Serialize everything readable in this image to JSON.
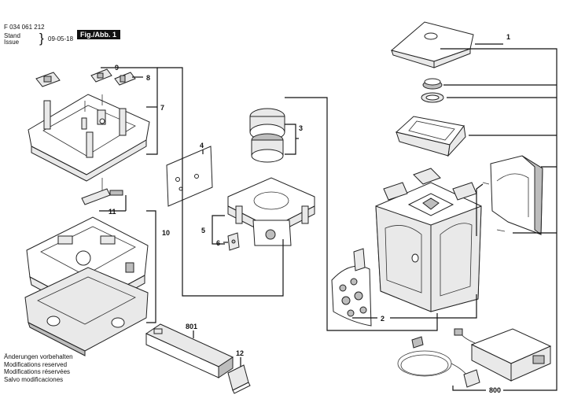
{
  "header": {
    "doc_number": "F 034 061 212",
    "stand_label": "Stand",
    "issue_label": "Issue",
    "date": "09-05-18",
    "figure_label": "Fig./Abb. 1"
  },
  "notes": [
    "Änderungen vorbehalten",
    "Modifications reserved",
    "Modifications réservées",
    "Salvo modificaciones"
  ],
  "callouts": {
    "c1": "1",
    "c2": "2",
    "c3": "3",
    "c4": "4",
    "c5": "5",
    "c6": "6",
    "c7": "7",
    "c8": "8",
    "c9": "9",
    "c10": "10",
    "c11": "11",
    "c12": "12",
    "c800": "800",
    "c801": "801"
  }
}
